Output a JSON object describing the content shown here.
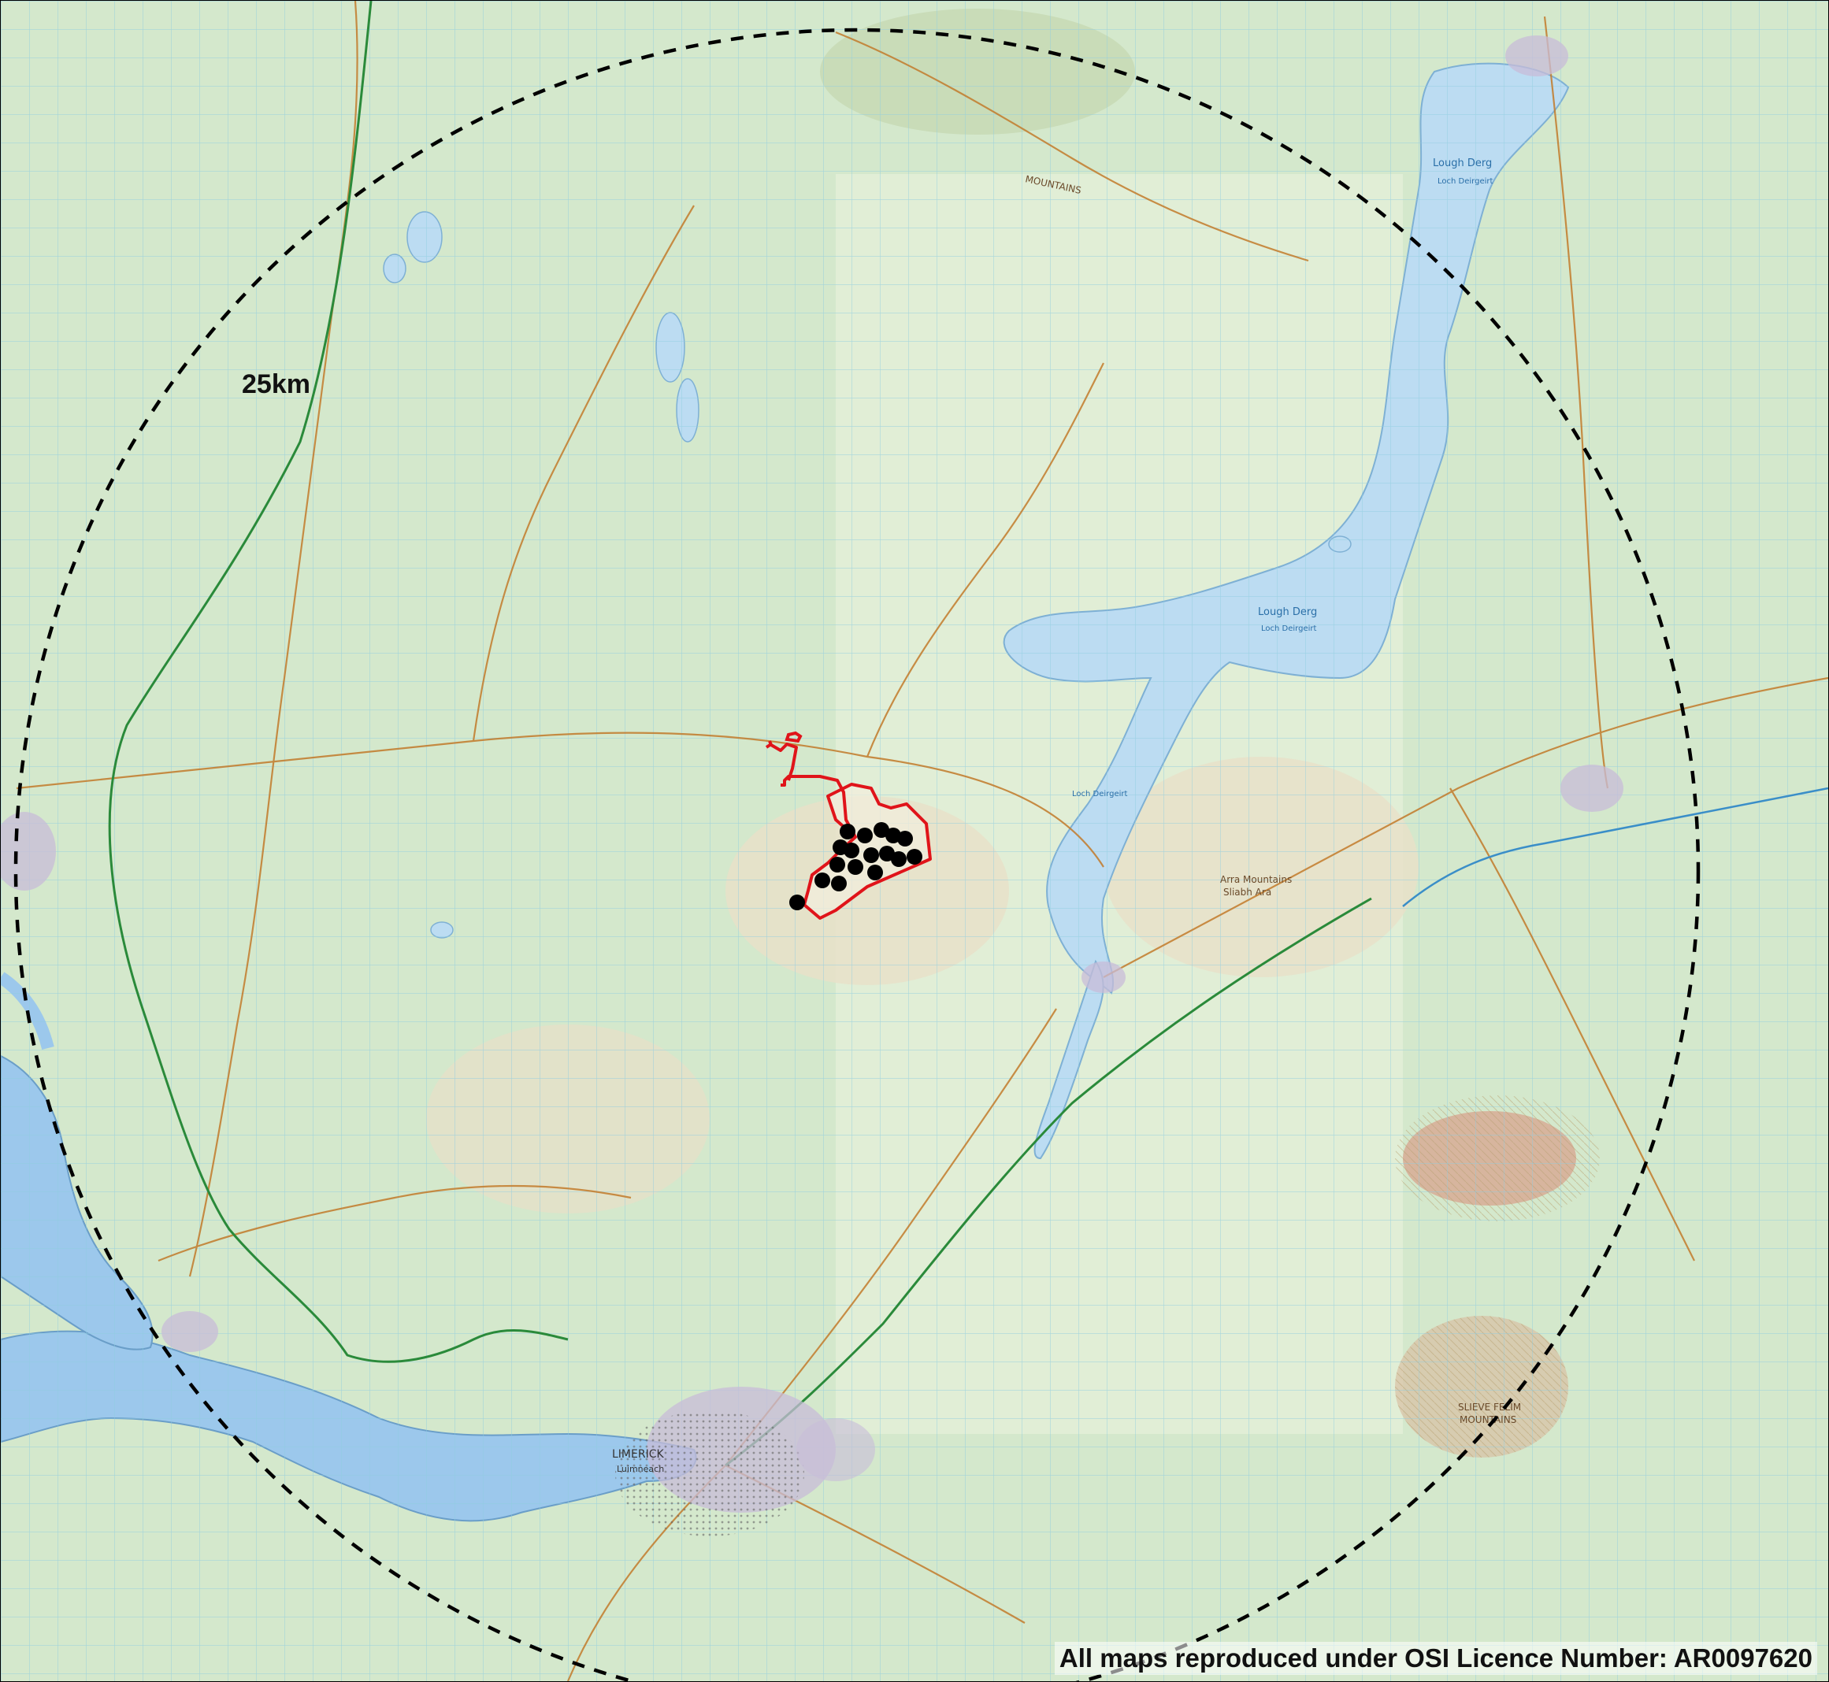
{
  "map": {
    "radius_label": "25km",
    "licence_text": "All maps reproduced under OSI Licence Number: AR0097620",
    "colors": {
      "land": "#d4e8cc",
      "land_light": "#e4efd8",
      "upland": "#e8e0c8",
      "water": "#bcdcf2",
      "estuary": "#9cc8ec",
      "site_boundary": "#e0141a",
      "turbine": "#000000",
      "buffer": "#000000",
      "grid": "#8fcce0",
      "road": "#c27a2a",
      "motorway": "#2a8a3a"
    },
    "places": {
      "lough_derg_north": "Lough Derg",
      "lough_derg_north_irish": "Loch Deirgeirt",
      "lough_derg_south": "Lough Derg",
      "lough_derg_south_irish": "Loch Deirgeirt",
      "lough_derg_lower": "Loch Deirgeirt",
      "limerick": "LIMERICK",
      "limerick_irish": "Luimneach",
      "slieve_felim": "SLIEVE FELIM",
      "slieve_felim_sub": "MOUNTAINS",
      "arra_mountains": "Arra Mountains",
      "arra_irish": "Sliabh Ara",
      "slieve_aughty": "MOUNTAINS"
    },
    "turbine_count": 17
  }
}
